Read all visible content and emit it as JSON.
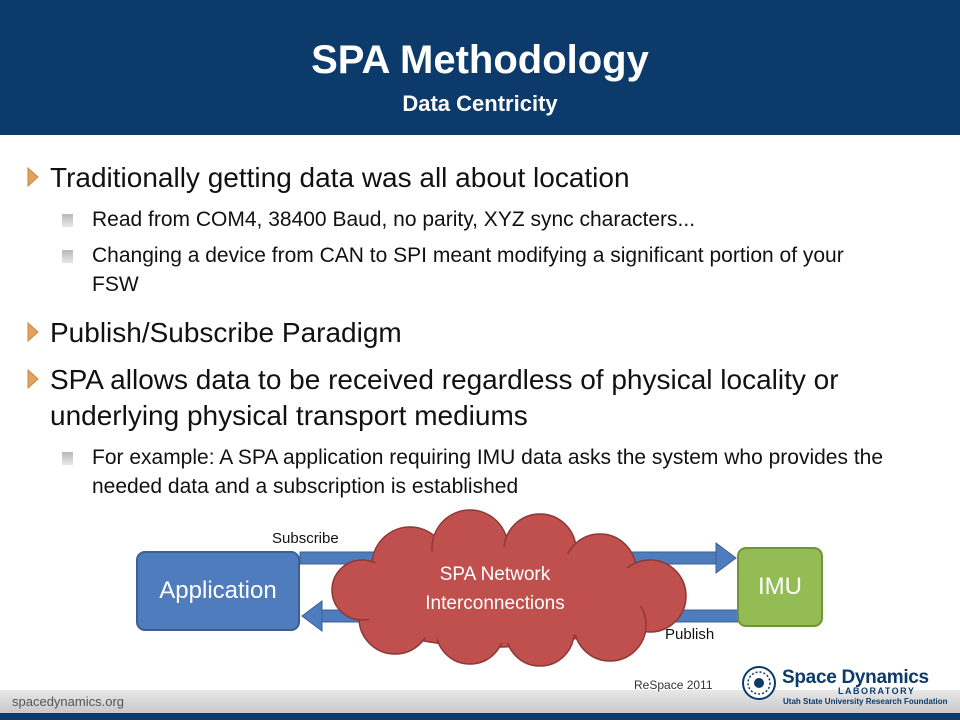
{
  "slide": {
    "title": "SPA Methodology",
    "subtitle": "Data Centricity"
  },
  "bullets": [
    {
      "text": "Traditionally getting data was all about location",
      "sub": [
        "Read from COM4, 38400 Baud, no parity, XYZ sync characters...",
        "Changing a device from CAN to SPI meant modifying a significant portion of your FSW"
      ]
    },
    {
      "text": "Publish/Subscribe Paradigm",
      "sub": []
    },
    {
      "text": "SPA allows data to be received regardless of physical locality or underlying physical transport mediums",
      "sub": [
        "For example: A SPA application requiring IMU data asks the system who provides the needed data and a subscription is established"
      ]
    }
  ],
  "diagram": {
    "application_label": "Application",
    "imu_label": "IMU",
    "cloud_label_line1": "SPA Network",
    "cloud_label_line2": "Interconnections",
    "subscribe_label": "Subscribe",
    "publish_label": "Publish",
    "colors": {
      "application": "#4f7cbd",
      "imu": "#93bc55",
      "cloud": "#c0504d",
      "arrow": "#4f7cbd"
    }
  },
  "footer": {
    "url": "spacedynamics.org",
    "event": "ReSpace 2011",
    "logo_title": "Space Dynamics",
    "logo_sub": "LABORATORY",
    "logo_foundation": "Utah State University Research Foundation"
  },
  "colors": {
    "header": "#0c3a6a",
    "bullet_arrow": "#e0a25c"
  }
}
